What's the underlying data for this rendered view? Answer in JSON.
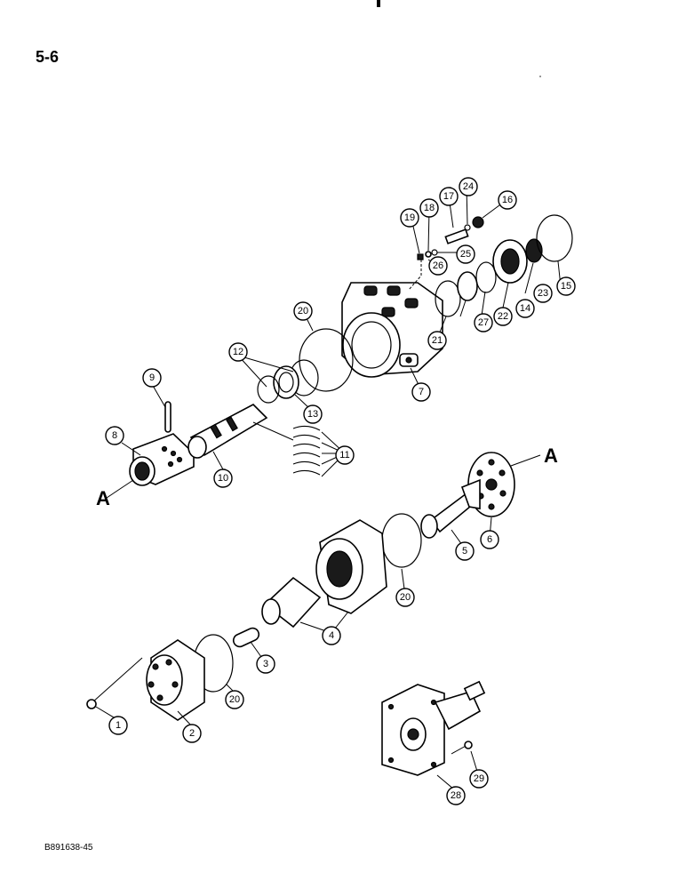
{
  "page_number": "5-6",
  "figure_code": "B891638-45",
  "section_marks": [
    "A",
    "A"
  ],
  "callouts": [
    "1",
    "2",
    "3",
    "4",
    "5",
    "6",
    "7",
    "8",
    "9",
    "10",
    "11",
    "12",
    "13",
    "14",
    "15",
    "16",
    "17",
    "18",
    "19",
    "20",
    "20",
    "20",
    "21",
    "22",
    "23",
    "24",
    "25",
    "26",
    "27",
    "28",
    "29"
  ]
}
